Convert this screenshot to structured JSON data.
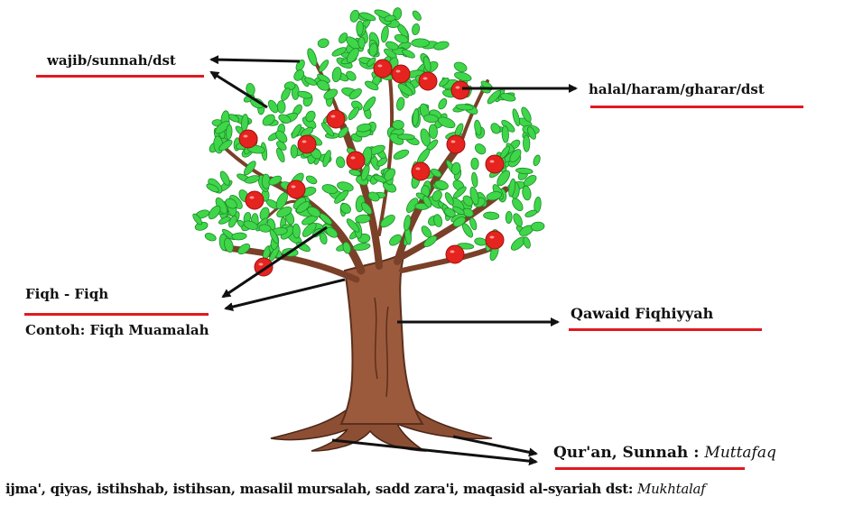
{
  "colors": {
    "underline": "#e0191f",
    "arrow": "#111111",
    "leaf": "#3fd64a",
    "leaf_dark": "#1e8a2a",
    "fruit": "#e5231f",
    "trunk": "#9c5a3c",
    "trunk_dark": "#5a2f1e"
  },
  "labels": {
    "leaves": "wajib/sunnah/dst",
    "fruits": "halal/haram/gharar/dst",
    "branches": "Fiqh - Fiqh",
    "branches_example": "Contoh: Fiqh Muamalah",
    "trunk": "Qawaid Fiqhiyyah",
    "roots_main": "Qur'an, Sunnah",
    "roots_main_sep": " : ",
    "roots_main_status": "Muttafaq",
    "roots_secondary": "ijma', qiyas, istihshab, istihsan, masalil mursalah, sadd zara'i, maqasid al-syariah dst",
    "roots_secondary_sep": ": ",
    "roots_secondary_status": "Mukhtalaf"
  }
}
